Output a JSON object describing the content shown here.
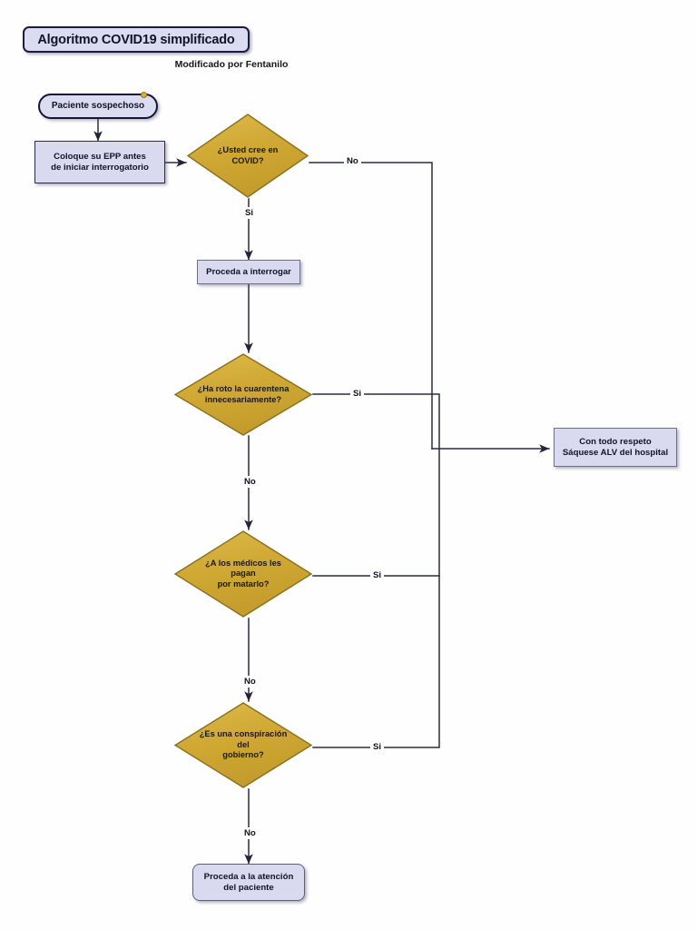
{
  "header": {
    "title": "Algoritmo COVID19 simplificado",
    "subtitle": "Modificado por Fentanilo"
  },
  "palette": {
    "decision_fill": "#cfa732",
    "decision_fill_light": "#dcb948",
    "decision_stroke": "#8a6f1d",
    "node_fill": "#dcdcf0",
    "node_stroke": "#15153a",
    "connector": "#2b2b45",
    "handle": "#d6b43a",
    "background": "#ffffff"
  },
  "nodes": {
    "start": {
      "label": "Paciente sospechoso",
      "shape": "terminator"
    },
    "ppe": {
      "label": "Coloque su EPP antes de iniciar interrogatorio",
      "shape": "process"
    },
    "d1": {
      "label": "¿Usted cree en COVID?",
      "shape": "decision"
    },
    "interrogate": {
      "label": "Proceda a interrogar",
      "shape": "process"
    },
    "d2": {
      "label": "¿Ha roto la cuarentena innecesariamente?",
      "shape": "decision"
    },
    "d3": {
      "label": "¿A los médicos les pagan por matarlo?",
      "shape": "decision"
    },
    "d4": {
      "label": "¿Es una conspiración del gobierno?",
      "shape": "decision"
    },
    "discharge": {
      "label": "Con todo respeto Sáquese ALV del hospital",
      "shape": "process"
    },
    "care": {
      "label": "Proceda a la atención del paciente",
      "shape": "process"
    }
  },
  "node_lines": {
    "ppe_line1": "Coloque su EPP antes",
    "ppe_line2": "de iniciar interrogatorio",
    "d2_line1": "¿Ha roto la cuarentena",
    "d2_line2": "innecesariamente?",
    "d3_line1": "¿A los médicos les pagan",
    "d3_line2": "por matarlo?",
    "d4_line1": "¿Es una conspiración del",
    "d4_line2": "gobierno?",
    "discharge_line1": "Con todo respeto",
    "discharge_line2": "Sáquese ALV del hospital",
    "care_line1": "Proceda a la atención",
    "care_line2": "del paciente"
  },
  "edges": [
    {
      "id": "e-start-ppe",
      "from": "start",
      "to": "ppe",
      "label": ""
    },
    {
      "id": "e-ppe-d1",
      "from": "ppe",
      "to": "d1",
      "label": ""
    },
    {
      "id": "e-d1-no",
      "from": "d1",
      "to": "discharge",
      "label": "No"
    },
    {
      "id": "e-d1-si",
      "from": "d1",
      "to": "interrogate",
      "label": "Si"
    },
    {
      "id": "e-interrogate-d2",
      "from": "interrogate",
      "to": "d2",
      "label": ""
    },
    {
      "id": "e-d2-si",
      "from": "d2",
      "to": "discharge",
      "label": "Si"
    },
    {
      "id": "e-d2-no",
      "from": "d2",
      "to": "d3",
      "label": "No"
    },
    {
      "id": "e-d3-si",
      "from": "d3",
      "to": "discharge",
      "label": "Si"
    },
    {
      "id": "e-d3-no",
      "from": "d3",
      "to": "d4",
      "label": "No"
    },
    {
      "id": "e-d4-si",
      "from": "d4",
      "to": "discharge",
      "label": "Si"
    },
    {
      "id": "e-d4-no",
      "from": "d4",
      "to": "care",
      "label": "No"
    }
  ],
  "edge_labels": {
    "d1_no": "No",
    "d1_si": "Si",
    "d2_si": "Si",
    "d2_no": "No",
    "d3_si": "Si",
    "d3_no": "No",
    "d4_si": "Si",
    "d4_no": "No"
  }
}
